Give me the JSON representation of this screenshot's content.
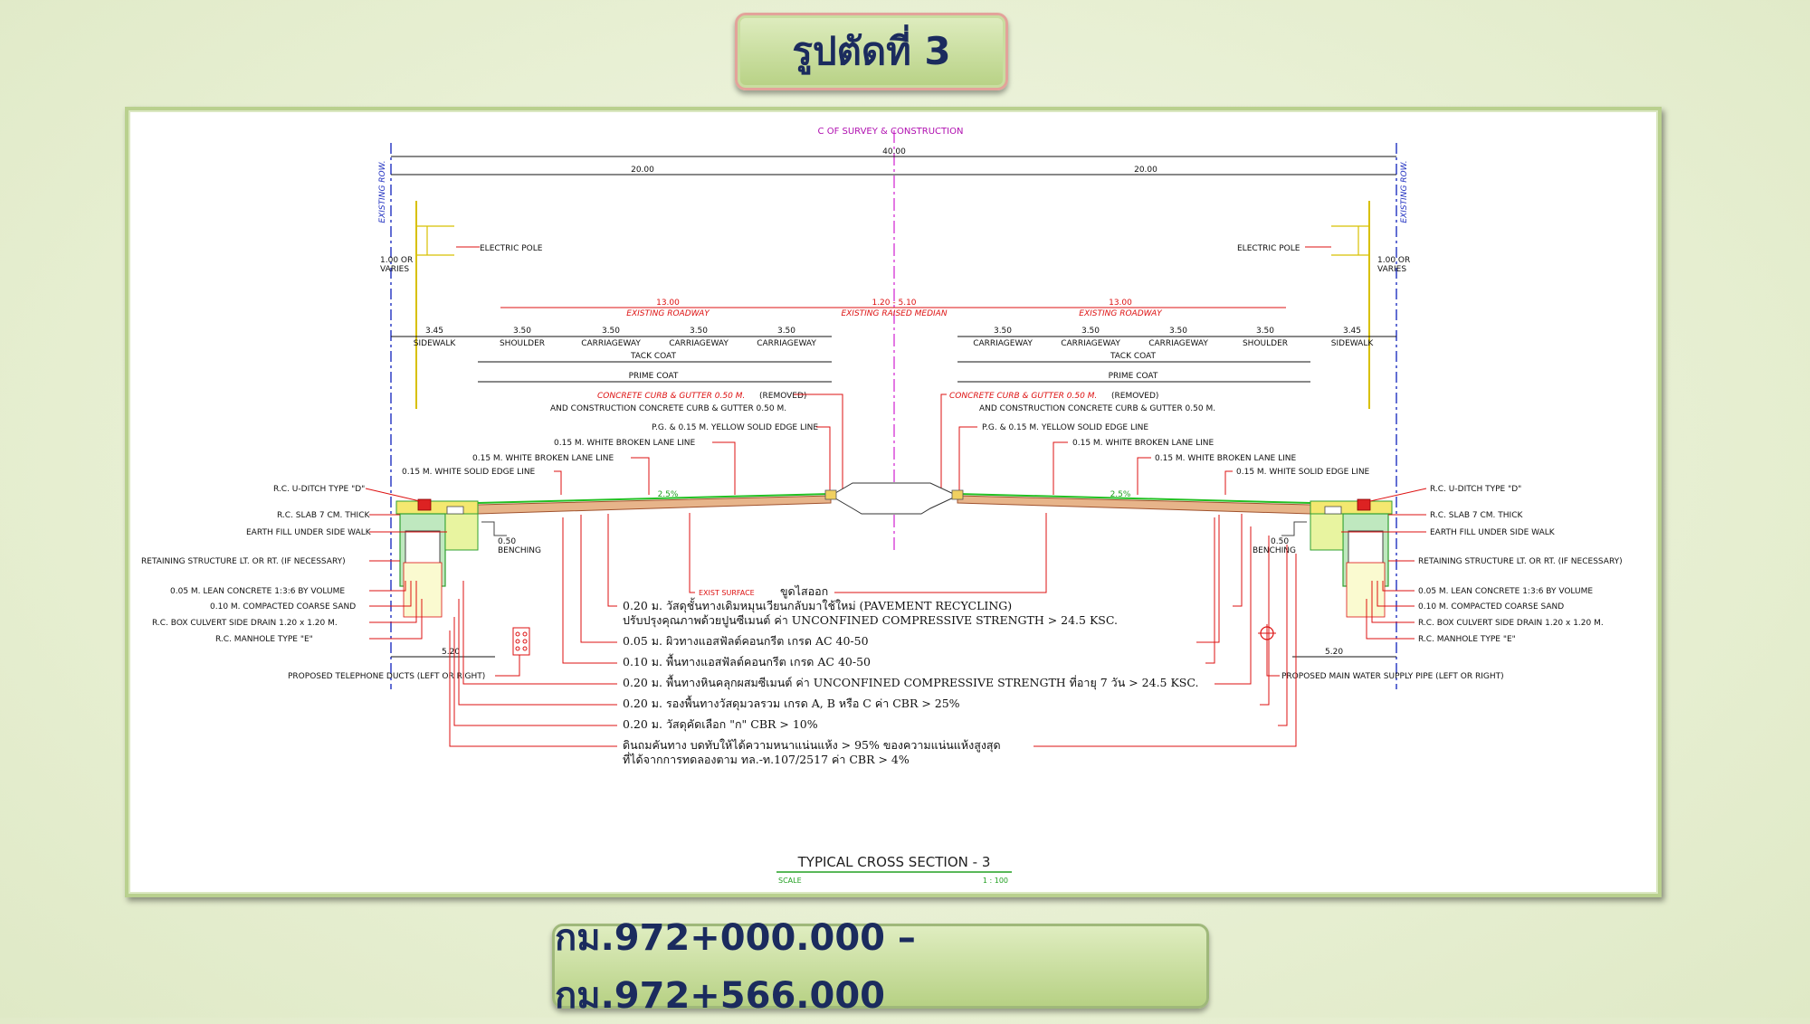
{
  "title": "รูปตัดที่ 3",
  "footer": "กม.972+000.000 – กม.972+566.000",
  "drawing": {
    "centerline": "C OF SURVEY & CONSTRUCTION",
    "row_left": "EXISTING ROW.",
    "row_right": "EXISTING ROW.",
    "total_width": "40.00",
    "half_left": "20.00",
    "half_right": "20.00",
    "electric_pole_left": "ELECTRIC POLE",
    "electric_pole_right": "ELECTRIC POLE",
    "varies_left": [
      "1.00 OR",
      "VARIES"
    ],
    "varies_right": [
      "1.00 OR",
      "VARIES"
    ],
    "roadway_left_width": "13.00",
    "roadway_left_label": "EXISTING ROADWAY",
    "median_width": "1.20 - 5.10",
    "median_label": "EXISTING RAISED MEDIAN",
    "roadway_right_width": "13.00",
    "roadway_right_label": "EXISTING ROADWAY",
    "lanes_left": [
      {
        "w": "3.45",
        "name": "SIDEWALK"
      },
      {
        "w": "3.50",
        "name": "SHOULDER"
      },
      {
        "w": "3.50",
        "name": "CARRIAGEWAY"
      },
      {
        "w": "3.50",
        "name": "CARRIAGEWAY"
      },
      {
        "w": "3.50",
        "name": "CARRIAGEWAY"
      }
    ],
    "lanes_right": [
      {
        "w": "3.50",
        "name": "CARRIAGEWAY"
      },
      {
        "w": "3.50",
        "name": "CARRIAGEWAY"
      },
      {
        "w": "3.50",
        "name": "CARRIAGEWAY"
      },
      {
        "w": "3.50",
        "name": "SHOULDER"
      },
      {
        "w": "3.45",
        "name": "SIDEWALK"
      }
    ],
    "tack_coat": "TACK COAT",
    "prime_coat": "PRIME COAT",
    "curb_removed": "CONCRETE CURB & GUTTER 0.50 M.",
    "removed": "(REMOVED)",
    "curb_construction": "AND CONSTRUCTION CONCRETE CURB & GUTTER 0.50 M.",
    "yellow_edge": "P.G. & 0.15 M. YELLOW SOLID EDGE LINE",
    "white_broken_1": "0.15 M. WHITE BROKEN LANE LINE",
    "white_broken_2": "0.15 M. WHITE BROKEN LANE LINE",
    "white_solid_edge": "0.15 M. WHITE SOLID EDGE LINE",
    "slope_left": "2.5%",
    "slope_right": "2.5%",
    "left_labels": [
      "R.C. U-DITCH TYPE \"D\"",
      "R.C. SLAB 7 CM. THICK",
      "EARTH FILL UNDER SIDE WALK",
      "RETAINING STRUCTURE LT. OR RT. (IF NECESSARY)",
      "0.05 M. LEAN CONCRETE 1:3:6 BY VOLUME",
      "0.10 M. COMPACTED COARSE SAND",
      "R.C. BOX CULVERT SIDE DRAIN 1.20 x 1.20 M.",
      "R.C. MANHOLE TYPE \"E\""
    ],
    "right_labels": [
      "R.C. U-DITCH TYPE \"D\"",
      "R.C. SLAB 7 CM. THICK",
      "EARTH FILL UNDER SIDE WALK",
      "RETAINING STRUCTURE LT. OR RT. (IF NECESSARY)",
      "0.05 M. LEAN CONCRETE 1:3:6 BY VOLUME",
      "0.10 M. COMPACTED COARSE SAND",
      "R.C. BOX CULVERT SIDE DRAIN 1.20 x 1.20 M.",
      "R.C. MANHOLE TYPE \"E\""
    ],
    "benching": "0.50",
    "benching_label": "BENCHING",
    "offset": "5.20",
    "telephone": "PROPOSED TELEPHONE DUCTS (LEFT OR RIGHT)",
    "water": "PROPOSED MAIN WATER SUPPLY PIPE (LEFT OR RIGHT)",
    "exist_surface": "EXIST SURFACE",
    "scrape": "ขูดไสออก",
    "layers": [
      "0.20 ม. วัสดุชั้นทางเดิมหมุนเวียนกลับมาใช้ใหม่ (PAVEMENT RECYCLING)",
      "ปรับปรุงคุณภาพด้วยปูนซีเมนต์ ค่า UNCONFINED COMPRESSIVE STRENGTH > 24.5 KSC.",
      "0.05 ม. ผิวทางแอสฟัลต์คอนกรีต เกรด AC 40-50",
      "0.10 ม. พื้นทางแอสฟัลต์คอนกรีต เกรด AC 40-50",
      "0.20 ม. พื้นทางหินคลุกผสมซีเมนต์ ค่า UNCONFINED COMPRESSIVE STRENGTH ที่อายุ 7 วัน > 24.5 KSC.",
      "0.20 ม. รองพื้นทางวัสดุมวลรวม เกรด A, B หรือ C ค่า CBR > 25%",
      "0.20 ม. วัสดุคัดเลือก \"ก\" CBR > 10%",
      "ดินถมคันทาง บดทับให้ได้ความหนาแน่นแห้ง > 95% ของความแน่นแห้งสูงสุด",
      "ที่ได้จากการทดลองตาม ทล.-ท.107/2517 ค่า CBR > 4%"
    ],
    "section_title": "TYPICAL CROSS SECTION - 3",
    "scale_label": "SCALE",
    "scale_value": "1 : 100"
  }
}
